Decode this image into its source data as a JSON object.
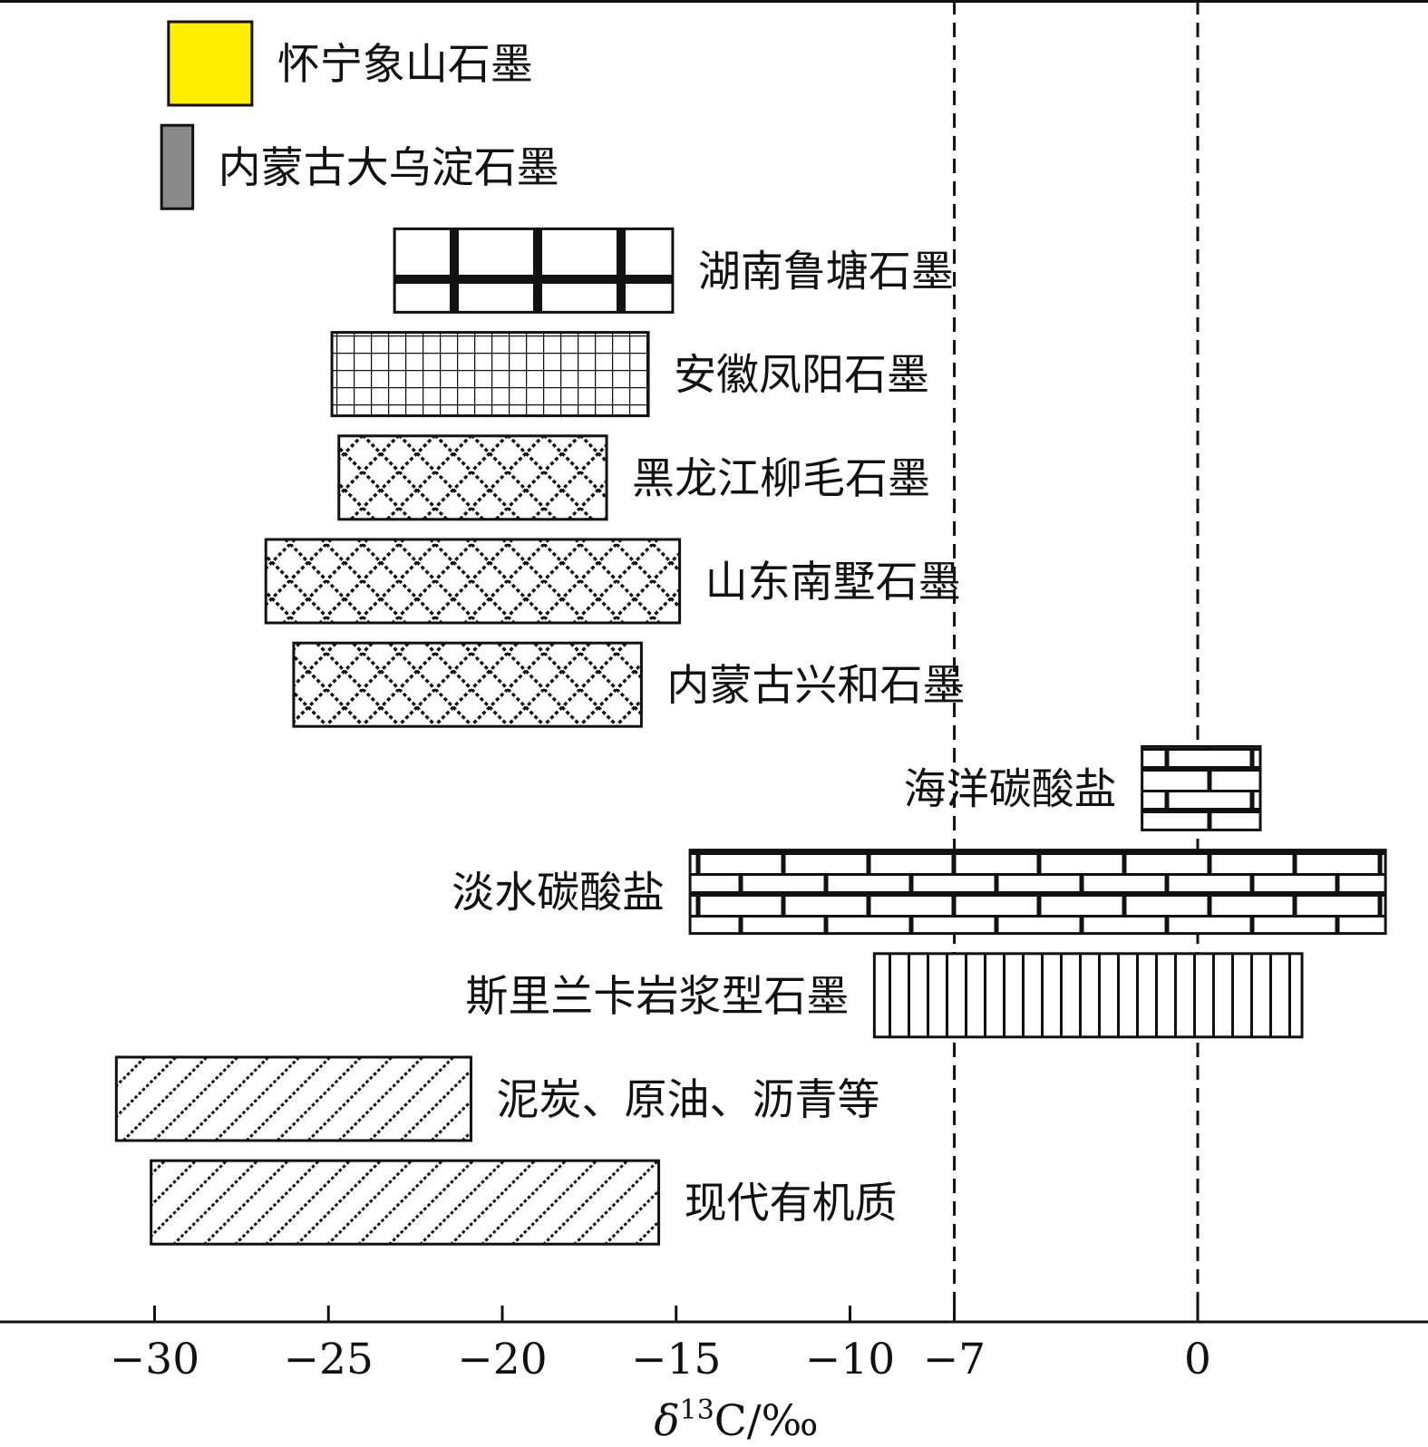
{
  "chart_data": {
    "type": "range-bar",
    "xlabel_parts": {
      "delta": "δ",
      "sup": "13",
      "unit": "C/‰"
    },
    "xlim": [
      -35,
      5.5
    ],
    "x_ticks": [
      {
        "value": -30,
        "label": "−30"
      },
      {
        "value": -25,
        "label": "−25"
      },
      {
        "value": -20,
        "label": "−20"
      },
      {
        "value": -15,
        "label": "−15"
      },
      {
        "value": -10,
        "label": "−10"
      },
      {
        "value": -7,
        "label": "−7"
      },
      {
        "value": 0,
        "label": "0"
      }
    ],
    "reference_lines": [
      -7,
      0
    ],
    "bars": [
      {
        "label": "怀宁象山石墨",
        "min": -29.6,
        "max": -27.2,
        "pattern": "solid-yellow",
        "label_side": "right"
      },
      {
        "label": "内蒙古大乌淀石墨",
        "min": -29.8,
        "max": -28.9,
        "pattern": "solid-gray",
        "label_side": "right"
      },
      {
        "label": "湖南鲁塘石墨",
        "min": -23.1,
        "max": -15.1,
        "pattern": "thick-grid",
        "label_side": "right"
      },
      {
        "label": "安徽凤阳石墨",
        "min": -24.9,
        "max": -15.8,
        "pattern": "fine-grid",
        "label_side": "right"
      },
      {
        "label": "黑龙江柳毛石墨",
        "min": -24.7,
        "max": -17.0,
        "pattern": "crosshatch",
        "label_side": "right"
      },
      {
        "label": "山东南墅石墨",
        "min": -26.8,
        "max": -14.9,
        "pattern": "crosshatch",
        "label_side": "right"
      },
      {
        "label": "内蒙古兴和石墨",
        "min": -26.0,
        "max": -16.0,
        "pattern": "crosshatch",
        "label_side": "right"
      },
      {
        "label": "海洋碳酸盐",
        "min": -1.6,
        "max": 1.8,
        "pattern": "brick",
        "label_side": "left"
      },
      {
        "label": "淡水碳酸盐",
        "min": -14.6,
        "max": 5.4,
        "pattern": "brick",
        "label_side": "left"
      },
      {
        "label": "斯里兰卡岩浆型石墨",
        "min": -9.3,
        "max": 3.0,
        "pattern": "vertical-lines",
        "label_side": "left"
      },
      {
        "label": "泥炭、原油、沥青等",
        "min": -31.1,
        "max": -20.9,
        "pattern": "diagonal",
        "label_side": "right"
      },
      {
        "label": "现代有机质",
        "min": -30.1,
        "max": -15.5,
        "pattern": "diagonal",
        "label_side": "right"
      }
    ]
  },
  "colors": {
    "yellow_fill": "#ffee00",
    "gray_fill": "#8a8a8a",
    "line": "#111111",
    "background": "#ffffff"
  }
}
